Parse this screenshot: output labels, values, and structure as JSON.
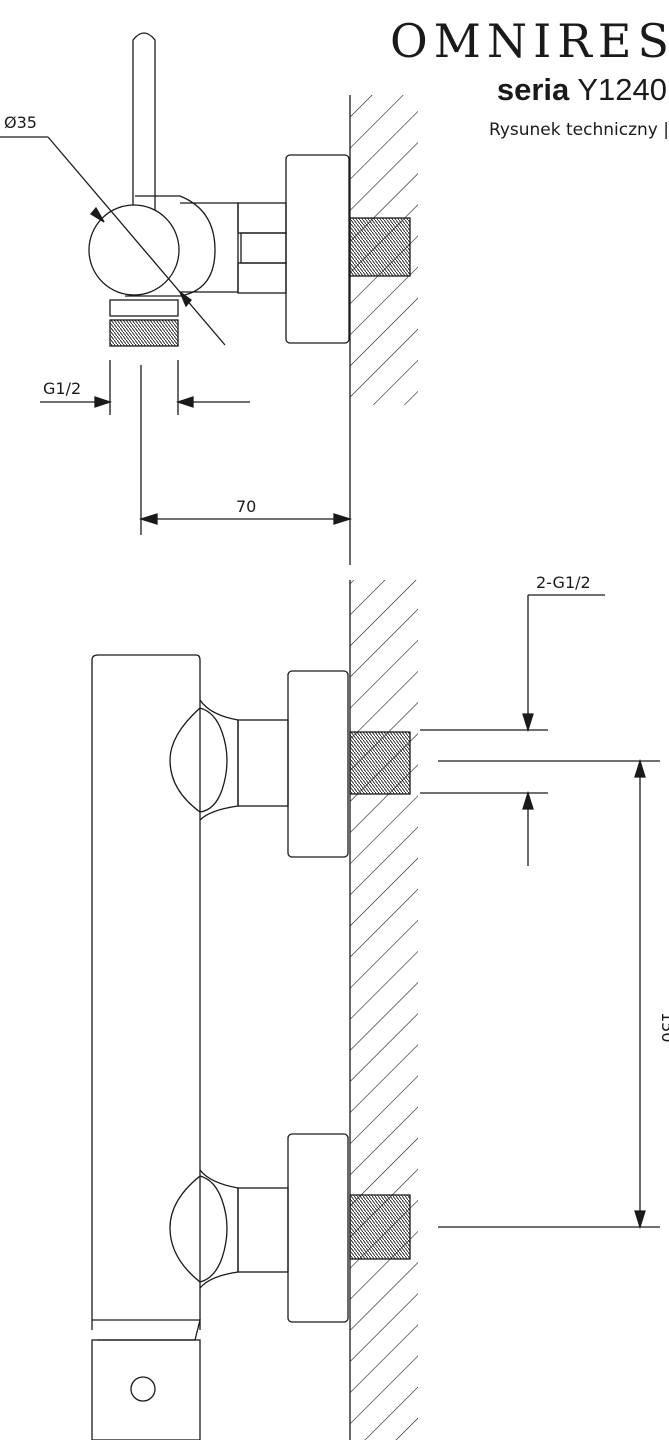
{
  "header": {
    "brand": "OMNIRES",
    "series_prefix": "seria",
    "series_code": "Y1240",
    "subtitle": "Rysunek techniczny |"
  },
  "dimensions": {
    "diameter": "Ø35",
    "thread_top": "G1/2",
    "depth": "70",
    "thread_pair": "2-G1/2",
    "spacing": "150"
  },
  "colors": {
    "line": "#1a1a1a",
    "background": "#ffffff"
  }
}
